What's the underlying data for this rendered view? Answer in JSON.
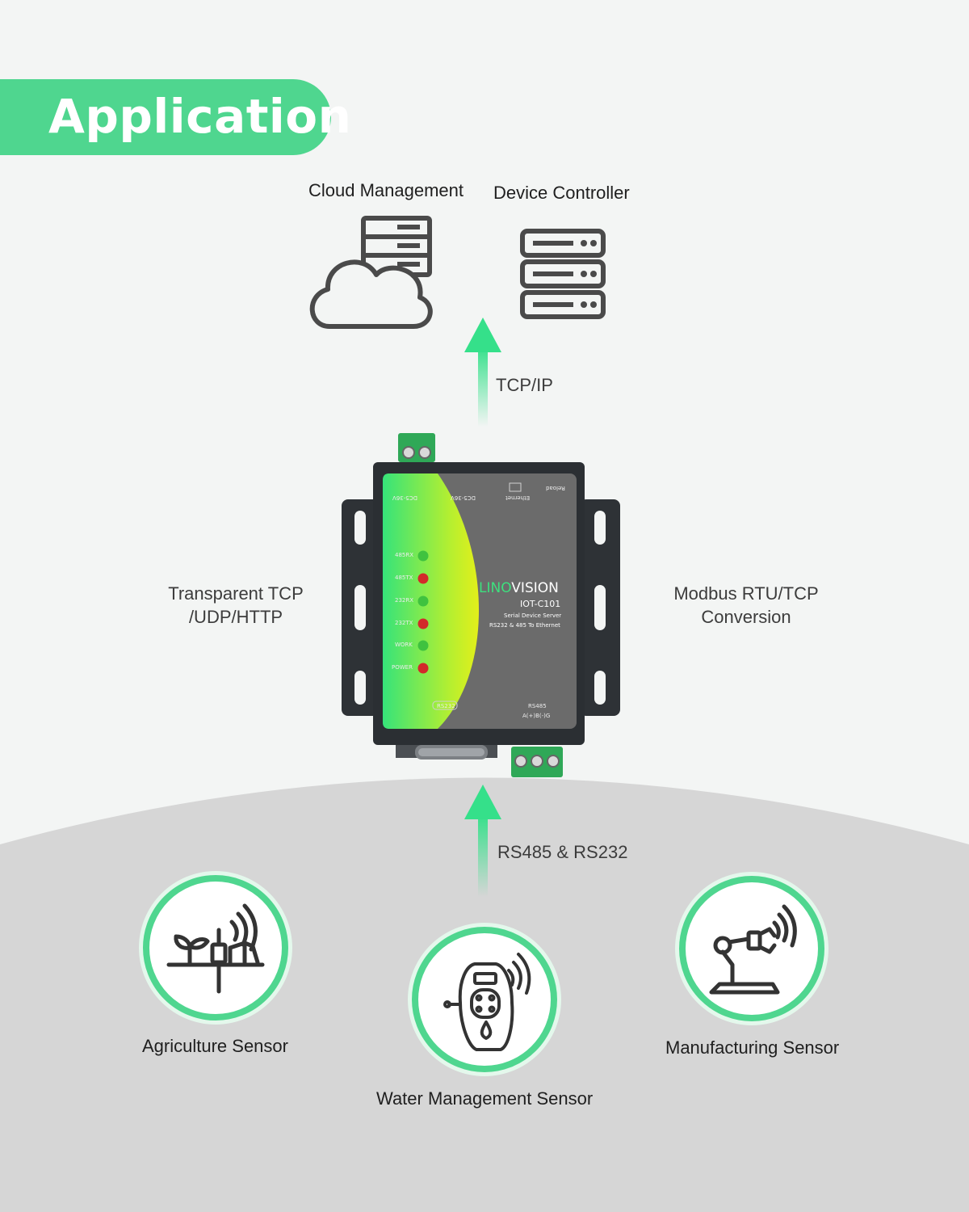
{
  "header": {
    "title": "Application"
  },
  "top_targets": {
    "cloud_label": "Cloud Management",
    "device_label": "Device Controller",
    "cloud_icon": "cloud-server-icon",
    "device_icon": "server-rack-icon"
  },
  "links": {
    "upstream": "TCP/IP",
    "downstream": "RS485 & RS232"
  },
  "features": {
    "left": [
      "Transparent TCP",
      "/UDP/HTTP"
    ],
    "right": [
      "Modbus RTU/TCP",
      "Conversion"
    ]
  },
  "device": {
    "brand_prefix": "LINO",
    "brand_suffix": "VISION",
    "model": "IOT-C101",
    "line1": "Serial Device Server",
    "line2": "RS232 & 485 To Ethernet",
    "leds": [
      "485RX",
      "485TX",
      "232RX",
      "232TX",
      "WORK",
      "POWER"
    ],
    "port_labels": {
      "power_a": "DC5-36V",
      "power_b": "DC5-36V",
      "ethernet": "Ethernet",
      "reload": "Reload",
      "rs232": "RS232",
      "rs485": "RS485",
      "rs485_pins": "A(+)B(-)G"
    }
  },
  "sensors": [
    {
      "label": "Agriculture Sensor",
      "icon": "agriculture-sensor-icon"
    },
    {
      "label": "Water Management Sensor",
      "icon": "water-sensor-icon"
    },
    {
      "label": "Manufacturing Sensor",
      "icon": "robot-arm-sensor-icon"
    }
  ],
  "colors": {
    "accent": "#4fd68f",
    "page_background": "#f3f5f4",
    "lower_background": "#d7d7d7",
    "device_body": "#6b6b6b",
    "led_green": "#3fc23f",
    "led_red": "#d22a2a"
  }
}
